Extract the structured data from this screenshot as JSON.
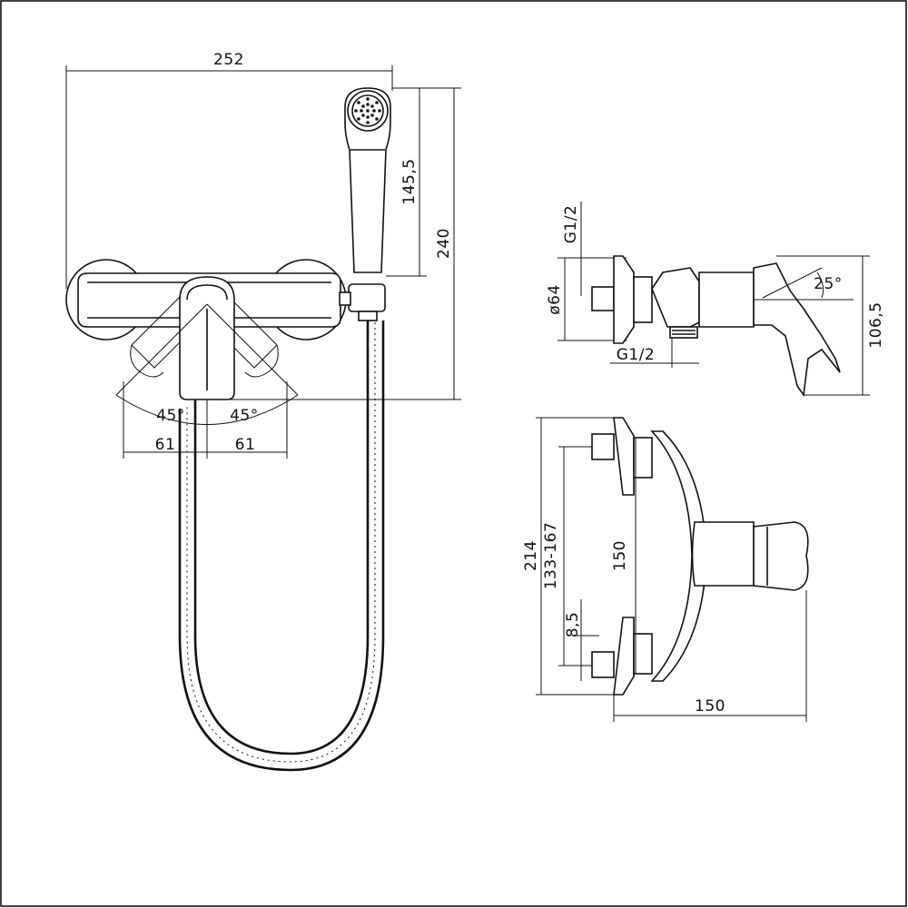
{
  "front_view": {
    "overall_width": "252",
    "handshower_length": "145,5",
    "overall_height": "240",
    "angle_left": "45°",
    "angle_right": "45°",
    "offset_left": "61",
    "offset_right": "61"
  },
  "side_view": {
    "thread_top": "G1/2",
    "flange_diameter": "ø64",
    "thread_bottom": "G1/2",
    "lever_angle": "25°",
    "height": "106,5"
  },
  "top_view": {
    "overall_length": "214",
    "center_range": "133-167",
    "center_distance": "150",
    "eccentric_offset": "8,5",
    "depth": "150"
  }
}
